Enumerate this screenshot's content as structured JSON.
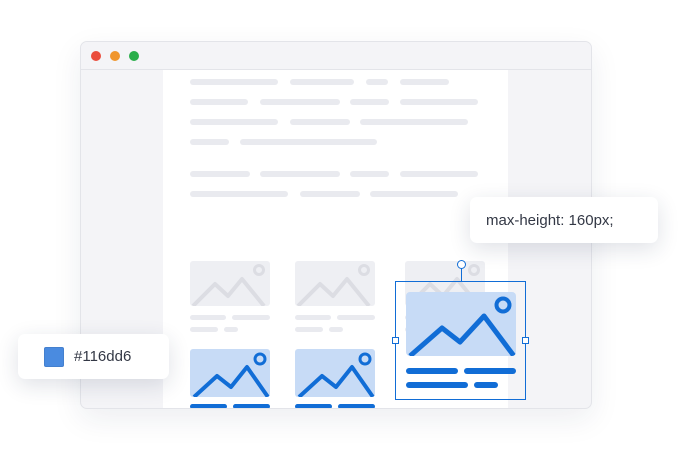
{
  "window": {
    "traffic_lights": [
      {
        "name": "close",
        "color": "#ea4c3c"
      },
      {
        "name": "minimize",
        "color": "#f0962d"
      },
      {
        "name": "maximize",
        "color": "#29ae4a"
      }
    ]
  },
  "tooltip": {
    "text": "max-height: 160px;"
  },
  "swatch": {
    "label": "#116dd6",
    "color": "#4a8be0"
  },
  "colors": {
    "accent": "#116dd6",
    "accent_light": "#c7dbf6",
    "placeholder": "#e9eaef",
    "window_bg": "#f4f4f7"
  },
  "icons": {
    "image_placeholder": "image-icon",
    "resize_handle": "resize-handle",
    "rotate_handle": "rotate-handle"
  }
}
